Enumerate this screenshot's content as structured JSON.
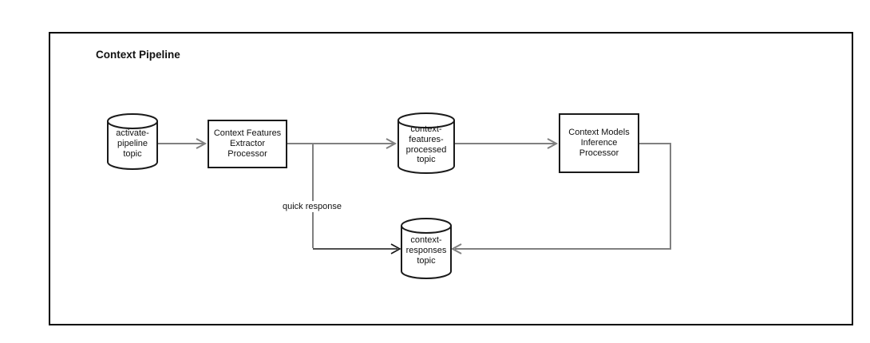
{
  "diagram": {
    "title": "Context Pipeline",
    "nodes": {
      "activate_topic": {
        "type": "topic-cylinder",
        "label": "activate-\npipeline\ntopic"
      },
      "extractor": {
        "type": "processor-box",
        "label": "Context Features\nExtractor\nProcessor"
      },
      "features_topic": {
        "type": "topic-cylinder",
        "label": "context-\nfeatures-\nprocessed\ntopic"
      },
      "inference": {
        "type": "processor-box",
        "label": "Context Models\nInference\nProcessor"
      },
      "responses_topic": {
        "type": "topic-cylinder",
        "label": "context-\nresponses\ntopic"
      }
    },
    "edges": {
      "quick_response_label": "quick response",
      "flow": [
        "activate-pipeline topic -> Context Features Extractor Processor",
        "Context Features Extractor Processor -> context-features-processed topic",
        "context-features-processed topic -> Context Models Inference Processor",
        "Context Models Inference Processor -> context-responses topic",
        "Context Features Extractor Processor -> context-responses topic (quick response)"
      ]
    },
    "colors": {
      "connector_gray": "#808080",
      "connector_black": "#151515",
      "shape_stroke": "#1a1a1a",
      "frame_stroke": "#000000",
      "background": "#ffffff"
    }
  }
}
